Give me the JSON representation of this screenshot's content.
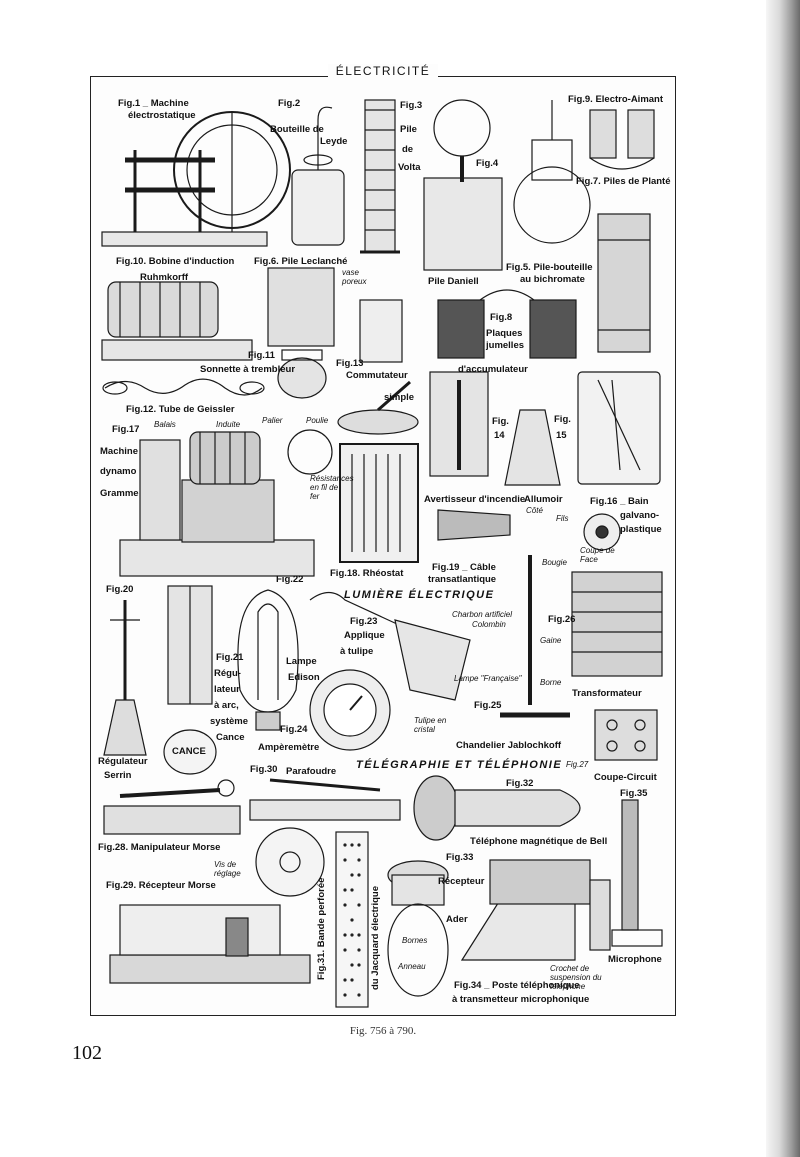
{
  "plate_title": "ÉLECTRICITÉ",
  "labels": {
    "fig1": "Fig.1 _ Machine",
    "fig1b": "électrostatique",
    "fig2": "Fig.2",
    "fig2b": "Bouteille de",
    "fig2c": "Leyde",
    "fig3": "Fig.3",
    "fig3b": "Pile",
    "fig3c": "de",
    "fig3d": "Volta",
    "fig4": "Fig.4",
    "fig9": "Fig.9. Electro-Aimant",
    "fig7": "Fig.7. Piles de Planté",
    "fig10": "Fig.10. Bobine d'induction",
    "fig10b": "Ruhmkorff",
    "fig6": "Fig.6. Pile Leclanché",
    "fig6b": "vase poreux",
    "pile_daniell": "Pile Daniell",
    "fig5": "Fig.5. Pile-bouteille",
    "fig5b": "au bichromate",
    "fig8": "Fig.8",
    "fig8b": "Plaques",
    "fig8c": "jumelles",
    "fig8d": "d'accumulateur",
    "fig11": "Fig.11",
    "fig11b": "Sonnette à trembleur",
    "fig13": "Fig.13",
    "fig13b": "Commutateur",
    "fig13c": "simple",
    "fig12": "Fig.12. Tube de Geissler",
    "fig17": "Fig.17",
    "fig17b": "Machine",
    "fig17c": "dynamo",
    "fig17d": "Gramme",
    "balais": "Balais",
    "induite": "Induite",
    "palier": "Palier",
    "poulie": "Poulie",
    "fig14": "Fig.",
    "fig14b": "14",
    "fig15": "Fig.",
    "fig15b": "15",
    "resistances": "Résistances en fil de fer",
    "avertisseur": "Avertisseur d'incendie",
    "allumoir": "Allumoir",
    "fig16": "Fig.16 _ Bain",
    "fig16b": "galvano-",
    "fig16c": "plastique",
    "fig18": "Fig.18. Rhéostat",
    "fig19": "Fig.19 _ Câble",
    "fig19b": "transatlantique",
    "cote": "Côté",
    "fils": "Fils",
    "coupe_face": "Coupe de Face",
    "fig20": "Fig.20",
    "fig22": "Fig.22",
    "lumiere": "LUMIÈRE ÉLECTRIQUE",
    "bougie": "Bougie",
    "charbon": "Charbon artificiel",
    "colombin": "Colombin",
    "gaine": "Gaine",
    "fig23": "Fig.23",
    "fig23b": "Applique",
    "fig23c": "à tulipe",
    "fig26": "Fig.26",
    "fig21": "Fig.21",
    "fig21b": "Régu-",
    "fig21c": "lateur",
    "fig21d": "à arc,",
    "fig21e": "système",
    "fig21f": "Cance",
    "lampe": "Lampe",
    "edison": "Edison",
    "lampe_francaise": "Lampe \"Française\"",
    "borne": "Borne",
    "transformateur": "Transformateur",
    "fig24": "Fig.24",
    "amperemetre": "Ampèremètre",
    "tulipe_cristal": "Tulipe en cristal",
    "fig25": "Fig.25",
    "chandelier": "Chandelier Jablochkoff",
    "regulateur": "Régulateur",
    "serrin": "Serrin",
    "cance_plate": "CANCE",
    "fig30": "Fig.30",
    "parafoudre": "Parafoudre",
    "telegraphie": "TÉLÉGRAPHIE ET TÉLÉPHONIE",
    "fig27": "Fig.27",
    "coupe_circuit": "Coupe-Circuit",
    "fig32": "Fig.32",
    "fig35": "Fig.35",
    "fig28": "Fig.28. Manipulateur Morse",
    "telephone_bell": "Téléphone magnétique de Bell",
    "vis_reglage": "Vis de réglage",
    "fig29": "Fig.29. Récepteur Morse",
    "fig31": "Fig.31. Bande perforée",
    "jacquard": "du Jacquard électrique",
    "fig33": "Fig.33",
    "recepteur": "Récepteur",
    "ader": "Ader",
    "bornes": "Bornes",
    "anneau": "Anneau",
    "crochet": "Crochet de suspension du téléphone",
    "microphone": "Microphone",
    "fig34": "Fig.34 _ Poste téléphonique",
    "fig34b": "à transmetteur microphonique"
  },
  "caption": "Fig. 756 à 790.",
  "page_number": "102"
}
